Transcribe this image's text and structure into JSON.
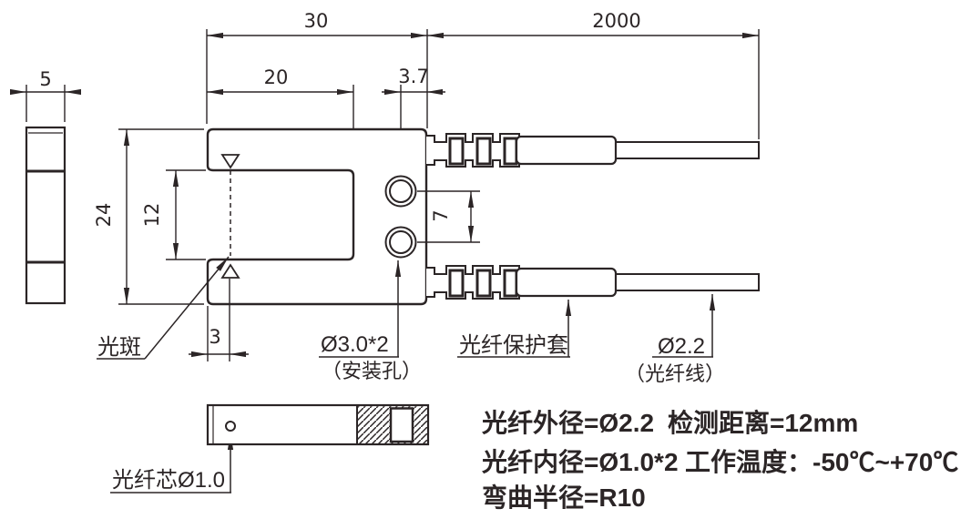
{
  "drawing": {
    "title_hint": "fiber optic fork sensor dimensional drawing",
    "dimensions": {
      "side_thickness": "5",
      "body_width": "30",
      "fiber_length": "2000",
      "slot_depth": "20",
      "hole_edge_offset": "3.7",
      "body_height": "24",
      "slot_height": "12",
      "hole_spacing": "7",
      "axis_offset": "3"
    },
    "callouts": {
      "light_spot": "光斑",
      "mounting_holes": "Ø3.0*2",
      "mounting_holes_note": "（安装孔）",
      "protective_sleeve": "光纤保护套",
      "fiber_cable": "Ø2.2",
      "fiber_cable_note": "（光纤线）",
      "fiber_core": "光纤芯Ø1.0"
    },
    "specs": {
      "outer_diameter": "光纤外径=Ø2.2",
      "detection_distance": "检测距离=12mm",
      "inner_diameter": "光纤内径=Ø1.0*2",
      "operating_temp": "工作温度：-50℃~+70℃",
      "bend_radius": "弯曲半径=R10"
    },
    "colors": {
      "line": "#2b2526",
      "background": "#ffffff"
    }
  }
}
